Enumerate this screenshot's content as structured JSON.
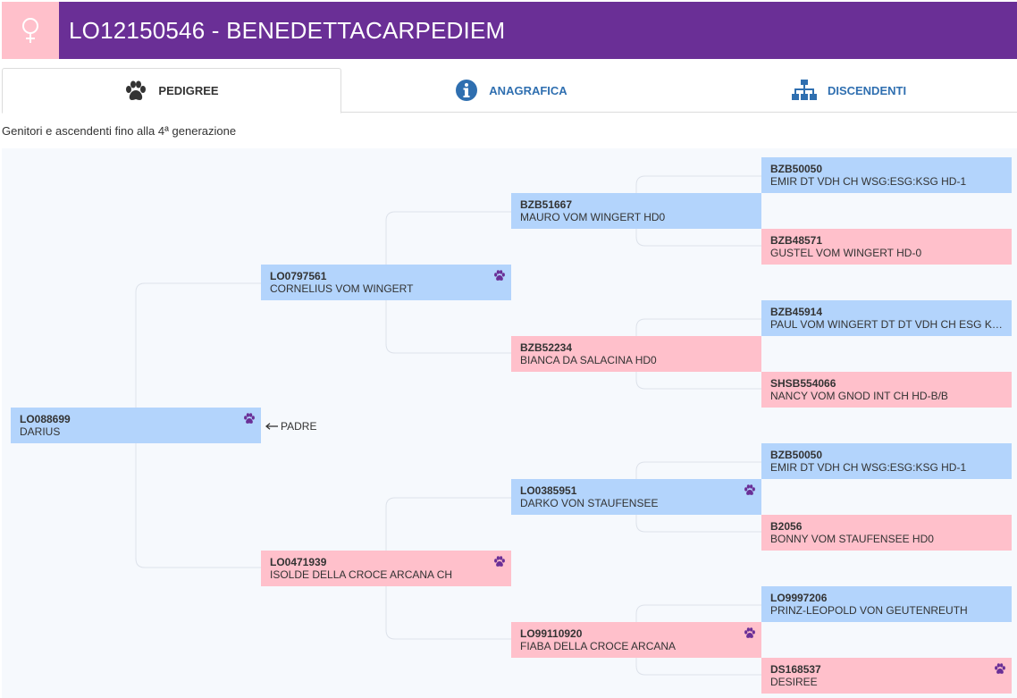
{
  "header": {
    "title": "LO12150546 - BENEDETTACARPEDIEM",
    "sex_icon": "female-icon",
    "colors": {
      "bar": "#6a2f96",
      "sex_box": "#ffc0cb"
    }
  },
  "tabs": [
    {
      "label": "PEDIGREE",
      "icon": "paw-icon",
      "active": true
    },
    {
      "label": "ANAGRAFICA",
      "icon": "info-icon",
      "active": false
    },
    {
      "label": "DISCENDENTI",
      "icon": "sitemap-icon",
      "active": false
    }
  ],
  "subtitle": "Genitori e ascendenti fino alla 4ª generazione",
  "padre_label": "PADRE",
  "colors": {
    "male": "#b3d4fc",
    "female": "#ffc0cb",
    "paw": "#6a2f96",
    "link": "#2f6fb0"
  },
  "pedigree": {
    "gen1": [
      {
        "code": "LO088699",
        "name": "DARIUS",
        "sex": "male",
        "has_pedigree": true
      }
    ],
    "gen2": [
      {
        "code": "LO0797561",
        "name": "CORNELIUS VOM WINGERT",
        "sex": "male",
        "has_pedigree": true
      },
      {
        "code": "LO0471939",
        "name": "ISOLDE DELLA CROCE ARCANA CH",
        "sex": "female",
        "has_pedigree": true
      }
    ],
    "gen3": [
      {
        "code": "BZB51667",
        "name": "MAURO VOM WINGERT HD0",
        "sex": "male",
        "has_pedigree": false
      },
      {
        "code": "BZB52234",
        "name": "BIANCA DA SALACINA HD0",
        "sex": "female",
        "has_pedigree": false
      },
      {
        "code": "LO0385951",
        "name": "DARKO VON STAUFENSEE",
        "sex": "male",
        "has_pedigree": true
      },
      {
        "code": "LO99110920",
        "name": "FIABA DELLA CROCE ARCANA",
        "sex": "female",
        "has_pedigree": true
      }
    ],
    "gen4": [
      {
        "code": "BZB50050",
        "name": "EMIR DT VDH CH WSG:ESG:KSG HD-1",
        "sex": "male",
        "has_pedigree": false
      },
      {
        "code": "BZB48571",
        "name": "GUSTEL VOM WINGERT HD-0",
        "sex": "female",
        "has_pedigree": false
      },
      {
        "code": "BZB45914",
        "name": "PAUL VOM WINGERT DT DT VDH CH ESG KSG…",
        "sex": "male",
        "has_pedigree": false
      },
      {
        "code": "SHSB554066",
        "name": "NANCY VOM GNOD INT CH HD-B/B",
        "sex": "female",
        "has_pedigree": false
      },
      {
        "code": "BZB50050",
        "name": "EMIR DT VDH CH WSG:ESG:KSG HD-1",
        "sex": "male",
        "has_pedigree": false
      },
      {
        "code": "B2056",
        "name": "BONNY VOM STAUFENSEE HD0",
        "sex": "female",
        "has_pedigree": false
      },
      {
        "code": "LO9997206",
        "name": "PRINZ-LEOPOLD VON GEUTENREUTH",
        "sex": "male",
        "has_pedigree": false
      },
      {
        "code": "DS168537",
        "name": "DESIREE",
        "sex": "female",
        "has_pedigree": true
      }
    ]
  }
}
